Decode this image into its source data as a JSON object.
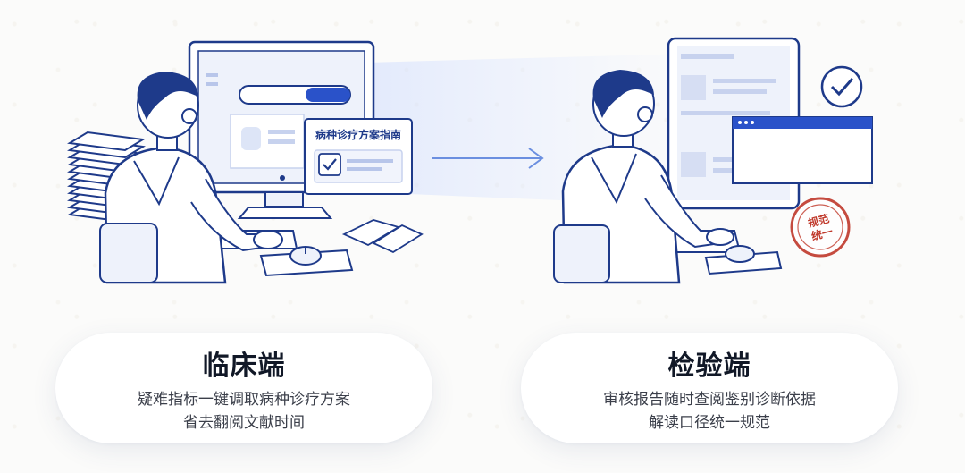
{
  "left": {
    "popup_title": "病种诊疗方案指南",
    "card": {
      "title": "临床端",
      "line1": "疑难指标一键调取病种诊疗方案",
      "line2": "省去翻阅文献时间"
    }
  },
  "right": {
    "stamp_text": "规范统一",
    "card": {
      "title": "检验端",
      "line1": "审核报告随时查阅鉴别诊断依据",
      "line2": "解读口径统一规范"
    }
  },
  "colors": {
    "navy": "#1e3a8a",
    "accent": "#2a52c9",
    "stamp_red": "#c0392b",
    "arrow": "#6b8fe0"
  },
  "icons": [
    "person-illustration",
    "monitor-illustration",
    "paper-stack-icon",
    "check-icon",
    "arrow-right-icon",
    "document-illustration",
    "check-circle-icon",
    "stamp-icon"
  ]
}
